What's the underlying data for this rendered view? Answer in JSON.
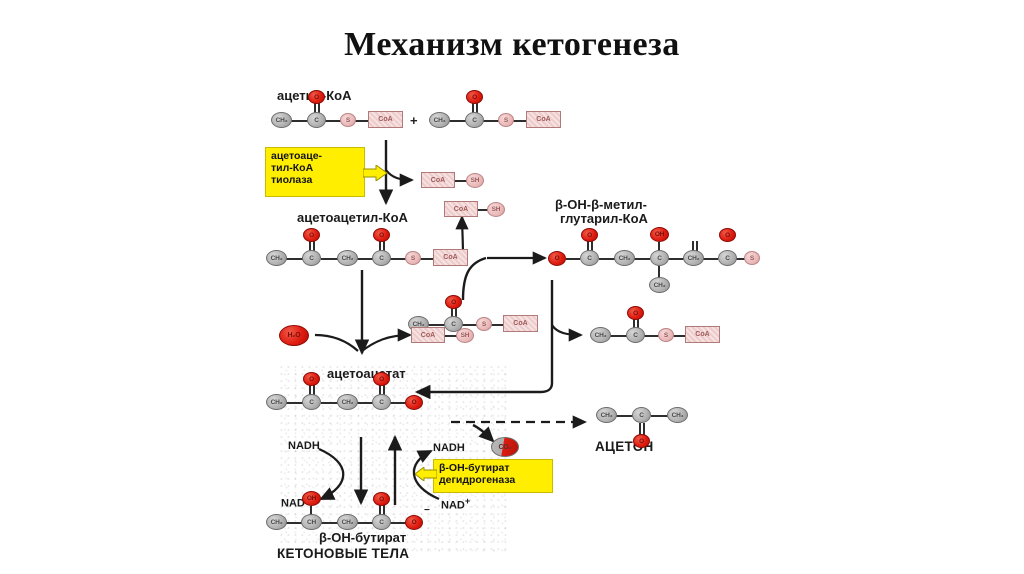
{
  "page": {
    "title": "Механизм кетогенеза",
    "background_color": "#ffffff"
  },
  "colors": {
    "enzyme_box": "#ffee00",
    "oxygen_atom": "#e01c10",
    "carbon_atom": "#b3b3b3",
    "sulfur_atom": "#e9b9b9",
    "coa_box": "#f7e2e2",
    "bond": "#2e2e2e",
    "title_text": "#111111"
  },
  "diagram": {
    "labels": {
      "acetyl_coa": "ацетил-КоА",
      "acetoacetyl_coa": "ацетоацетил-КоА",
      "hmg_coa_line1": "β-OH-β-метил-",
      "hmg_coa_line2": "глутарил-КоА",
      "acetoacetate": "ацетоацетат",
      "acetone": "АЦЕТОН",
      "beta_oh_butyrate": "β-OH-бутират",
      "ketone_bodies": "КЕТОНОВЫЕ ТЕЛА"
    },
    "enzymes": [
      {
        "id": "thiolase",
        "text": "ацетоаце-\nтил-КоА\nтиолаза"
      },
      {
        "id": "dehydrogenase",
        "text": "β-OH-бутират\nдегидрогеназа"
      }
    ],
    "cofactors": {
      "water": "H₂O",
      "nadh_left": "NADH",
      "nadh_right": "NADH",
      "nad_plus_left": "NAD",
      "nad_plus_right": "NAD",
      "nad_plus_superscript": "+",
      "co2": "CO₂"
    },
    "atom_labels": {
      "methyl": "CH₃",
      "methylene": "CH₂",
      "carbon": "C",
      "carbon_h": "CH",
      "oxygen": "O",
      "hydroxyl": "OH",
      "sulfur": "S",
      "coa": "CoA",
      "thiol": "SH",
      "plus_sign": "+",
      "minus_charge": "−"
    },
    "molecules": [
      {
        "id": "acetyl-coa-1",
        "name": "ацетил-КоА",
        "formula": "CH₃—C(=O)—S—CoA"
      },
      {
        "id": "acetyl-coa-2",
        "name": "ацетил-КоА",
        "formula": "CH₃—C(=O)—S—CoA"
      },
      {
        "id": "coash-1",
        "name": "КоА-SH",
        "formula": "CoA—SH"
      },
      {
        "id": "acetoacetyl-coa",
        "name": "ацетоацетил-КоА",
        "formula": "CH₃—C(=O)—CH₂—C(=O)—S—CoA"
      },
      {
        "id": "coash-2",
        "name": "КоА-SH",
        "formula": "CoA—SH"
      },
      {
        "id": "acetyl-coa-3",
        "name": "ацетил-КоА",
        "formula": "CH₃—C(=O)—S—CoA"
      },
      {
        "id": "hmg-coa",
        "name": "β-OH-β-метил-глутарил-КоА",
        "formula": "⁻O—C(=O)—CH₂—C(OH)(CH₃)—CH₂—C(=O)—S—CoA"
      },
      {
        "id": "coash-3",
        "name": "КоА-SH",
        "formula": "CoA—SH"
      },
      {
        "id": "acetyl-coa-4",
        "name": "ацетил-КоА",
        "formula": "CH₃—C(=O)—S—CoA"
      },
      {
        "id": "acetoacetate",
        "name": "ацетоацетат",
        "formula": "CH₃—C(=O)—CH₂—C(=O)—O⁻"
      },
      {
        "id": "acetone",
        "name": "АЦЕТОН",
        "formula": "CH₃—C(=O)—CH₃"
      },
      {
        "id": "beta-oh-butyrate",
        "name": "β-OH-бутират",
        "formula": "CH₃—CH(OH)—CH₂—C(=O)—O⁻"
      }
    ]
  }
}
